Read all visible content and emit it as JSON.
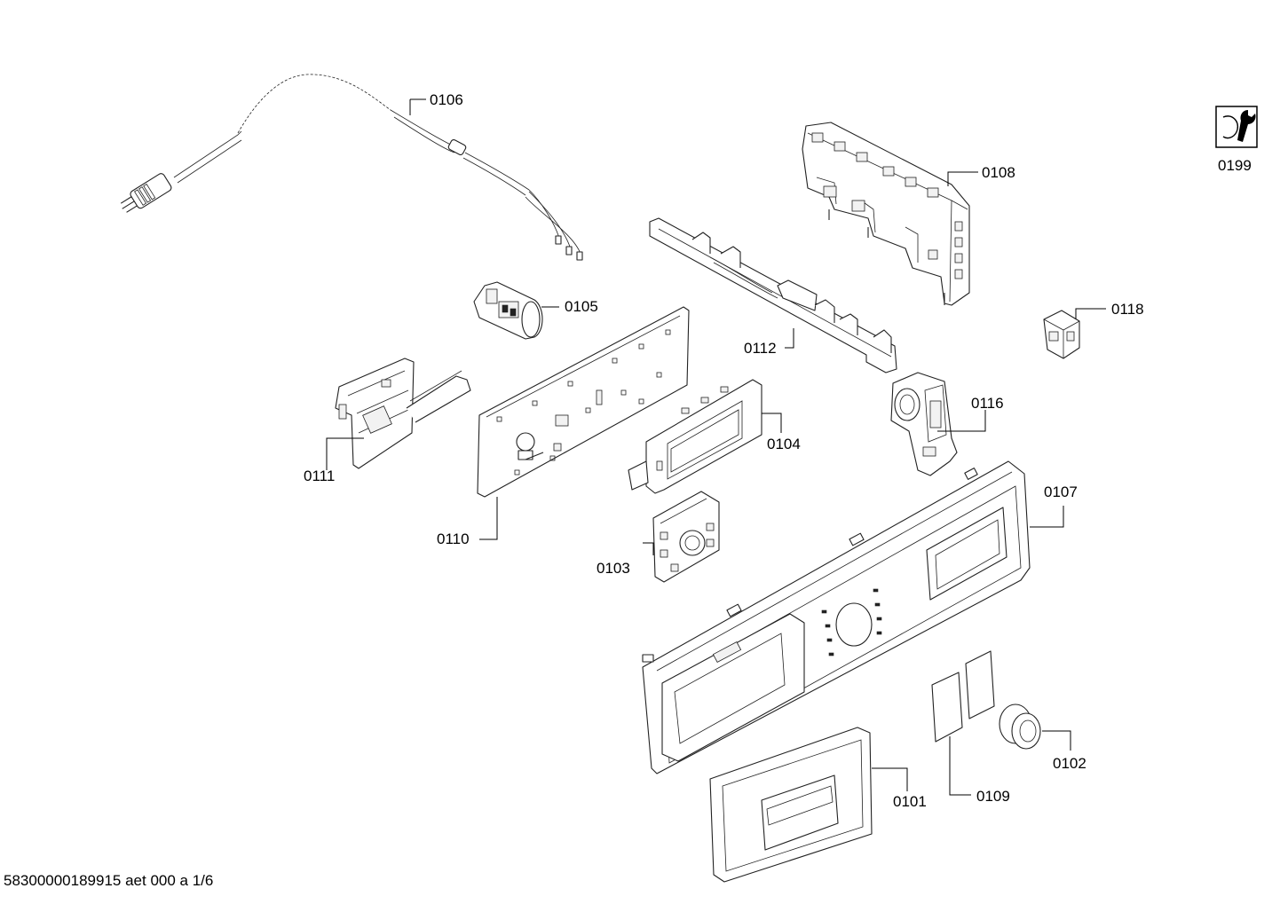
{
  "diagram": {
    "part_labels": {
      "p0101": "0101",
      "p0102": "0102",
      "p0103": "0103",
      "p0104": "0104",
      "p0105": "0105",
      "p0106": "0106",
      "p0107": "0107",
      "p0108": "0108",
      "p0109": "0109",
      "p0110": "0110",
      "p0111": "0111",
      "p0112": "0112",
      "p0116": "0116",
      "p0118": "0118",
      "p0199": "0199"
    },
    "footer": "58300000189915 aet 000 a 1/6"
  }
}
